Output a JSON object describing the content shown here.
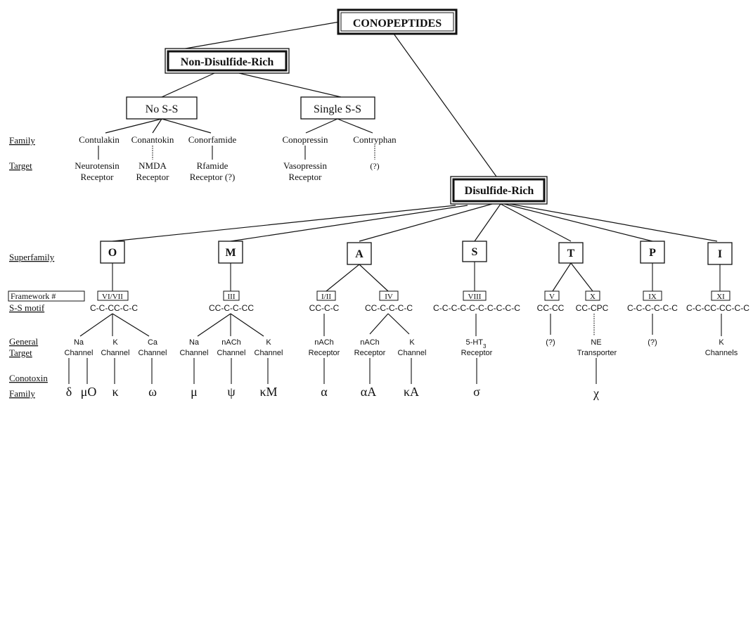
{
  "root": "CONOPEPTIDES",
  "non_disulfide": {
    "title": "Non-Disulfide-Rich",
    "no_ss": {
      "title": "No S-S",
      "families": [
        {
          "family": "Contulakin",
          "target": [
            "Neurotensin",
            "Receptor"
          ]
        },
        {
          "family": "Conantokin",
          "target": [
            "NMDA",
            "Receptor"
          ]
        },
        {
          "family": "Conorfamide",
          "target": [
            "Rfamide",
            "Receptor (?)"
          ]
        }
      ]
    },
    "single_ss": {
      "title": "Single S-S",
      "families": [
        {
          "family": "Conopressin",
          "target": [
            "Vasopressin",
            "Receptor"
          ]
        },
        {
          "family": "Contryphan",
          "target": [
            "(?)"
          ]
        }
      ]
    }
  },
  "disulfide": {
    "title": "Disulfide-Rich",
    "superfamilies": [
      {
        "name": "O",
        "frameworks": [
          {
            "framework": "VI/VII",
            "motif": "C-C-CC-C-C",
            "targets": [
              {
                "target": [
                  "Na",
                  "Channel"
                ],
                "families": [
                  "δ",
                  "μO"
                ]
              },
              {
                "target": [
                  "K",
                  "Channel"
                ],
                "families": [
                  "κ"
                ]
              },
              {
                "target": [
                  "Ca",
                  "Channel"
                ],
                "families": [
                  "ω"
                ]
              }
            ]
          }
        ]
      },
      {
        "name": "M",
        "frameworks": [
          {
            "framework": "III",
            "motif": "CC-C-C-CC",
            "targets": [
              {
                "target": [
                  "Na",
                  "Channel"
                ],
                "families": [
                  "μ"
                ]
              },
              {
                "target": [
                  "nACh",
                  "Channel"
                ],
                "families": [
                  "ψ"
                ]
              },
              {
                "target": [
                  "K",
                  "Channel"
                ],
                "families": [
                  "κM"
                ]
              }
            ]
          }
        ]
      },
      {
        "name": "A",
        "frameworks": [
          {
            "framework": "I/II",
            "motif": "CC-C-C",
            "targets": [
              {
                "target": [
                  "nACh",
                  "Receptor"
                ],
                "families": [
                  "α"
                ]
              }
            ]
          },
          {
            "framework": "IV",
            "motif": "CC-C-C-C-C",
            "targets": [
              {
                "target": [
                  "nACh",
                  "Receptor"
                ],
                "families": [
                  "αA"
                ]
              },
              {
                "target": [
                  "K",
                  "Channel"
                ],
                "families": [
                  "κA"
                ]
              }
            ]
          }
        ]
      },
      {
        "name": "S",
        "frameworks": [
          {
            "framework": "VIII",
            "motif": "C-C-C-C-C-C-C-C-C-C",
            "targets": [
              {
                "target": [
                  "5-HT3",
                  "Receptor"
                ],
                "families": [
                  "σ"
                ]
              }
            ]
          }
        ]
      },
      {
        "name": "T",
        "frameworks": [
          {
            "framework": "V",
            "motif": "CC-CC",
            "targets": [
              {
                "target": [
                  "(?)"
                ],
                "families": []
              }
            ]
          },
          {
            "framework": "X",
            "motif": "CC-CPC",
            "targets": [
              {
                "target": [
                  "NE",
                  "Transporter"
                ],
                "families": [
                  "χ"
                ]
              }
            ]
          }
        ]
      },
      {
        "name": "P",
        "frameworks": [
          {
            "framework": "IX",
            "motif": "C-C-C-C-C-C",
            "targets": [
              {
                "target": [
                  "(?)"
                ],
                "families": []
              }
            ]
          }
        ]
      },
      {
        "name": "I",
        "frameworks": [
          {
            "framework": "XI",
            "motif": "C-C-CC-CC-C-C",
            "targets": [
              {
                "target": [
                  "K",
                  "Channels"
                ],
                "families": []
              }
            ]
          }
        ]
      }
    ]
  },
  "row_labels": {
    "family": "Family",
    "target": "Target",
    "superfamily": "Superfamily",
    "framework": "Framework #",
    "ss_motif": "S-S motif",
    "general_target": [
      "General",
      "Target"
    ],
    "conotoxin_family": [
      "Conotoxin",
      "Family"
    ]
  }
}
